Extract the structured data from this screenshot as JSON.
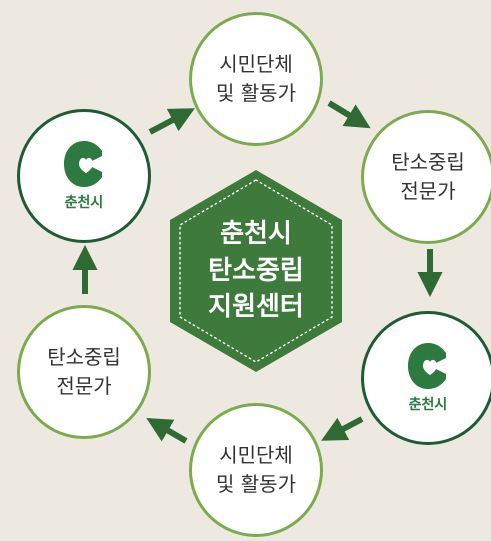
{
  "hub": {
    "lines": [
      "춘천시",
      "탄소중립",
      "지원센터"
    ]
  },
  "nodes": {
    "top": {
      "lines": [
        "시민단체",
        "및 활동가"
      ]
    },
    "right": {
      "lines": [
        "탄소중립",
        "전문가"
      ]
    },
    "bottom_right": {
      "caption": "춘천시",
      "icon": "chuncheon-heart-logo"
    },
    "bottom": {
      "lines": [
        "시민단체",
        "및 활동가"
      ]
    },
    "left": {
      "lines": [
        "탄소중립",
        "전문가"
      ]
    },
    "top_left": {
      "caption": "춘천시",
      "icon": "chuncheon-heart-logo"
    }
  },
  "colors": {
    "background": "#ede9e1",
    "hub_fill": "#3d7a3c",
    "light_ring": "#7caa4e",
    "dark_ring": "#1f5b34",
    "arrow": "#2f6a34",
    "logo": "#2c7a3f"
  }
}
